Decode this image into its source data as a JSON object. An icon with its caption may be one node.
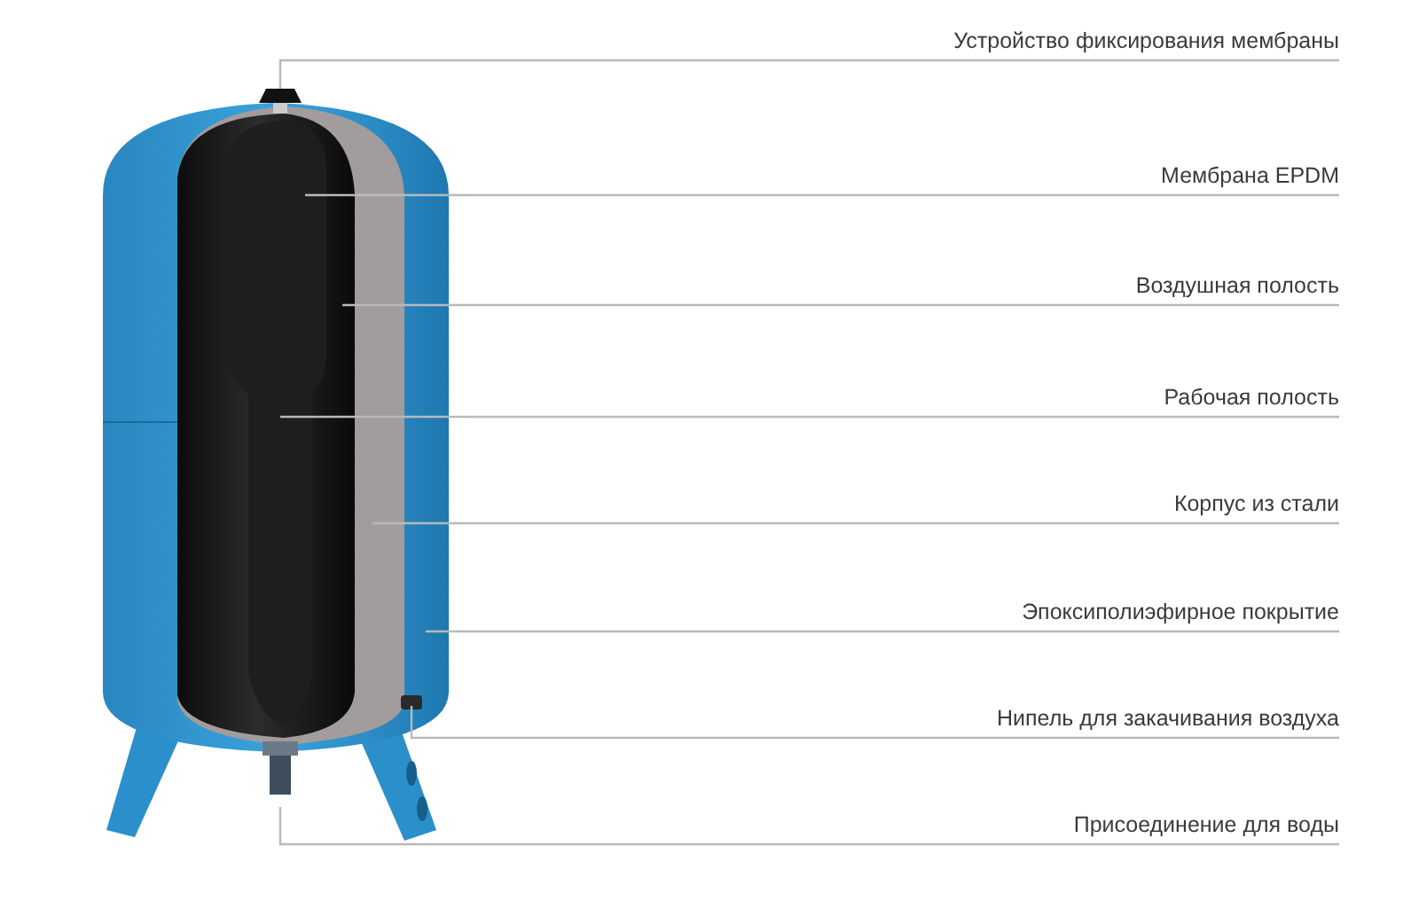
{
  "diagram": {
    "nodes": [
      {
        "text": [
          "Устройство фиксирования мембраны"
        ]
      },
      {
        "text": [
          "Мембрана EPDM"
        ]
      },
      {
        "text": [
          "Воздушная полость"
        ]
      },
      {
        "text": [
          "Рабочая полость"
        ]
      },
      {
        "text": [
          "Корпус из стали"
        ]
      },
      {
        "text": [
          "Эпоксиполиэфирное покрытие"
        ]
      },
      {
        "text": [
          "Нипель для закачивания воздуха"
        ]
      },
      {
        "text": [
          "Присоединение для воды"
        ]
      }
    ],
    "edges": [
      {
        "from": 0,
        "to": null,
        "arrow": "none"
      },
      {
        "from": 1,
        "to": null,
        "arrow": "none"
      },
      {
        "from": 2,
        "to": null,
        "arrow": "none"
      },
      {
        "from": 3,
        "to": null,
        "arrow": "none"
      },
      {
        "from": 4,
        "to": null,
        "arrow": "none"
      },
      {
        "from": 5,
        "to": null,
        "arrow": "none"
      },
      {
        "from": 6,
        "to": null,
        "arrow": "none"
      },
      {
        "from": 7,
        "to": null,
        "arrow": "none"
      }
    ]
  }
}
